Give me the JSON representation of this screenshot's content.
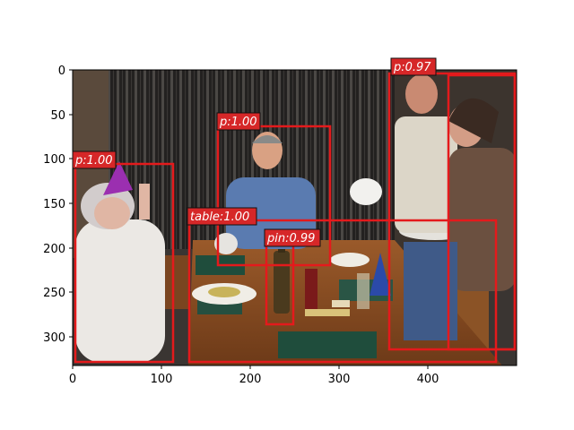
{
  "axes": {
    "x_ticks": [
      "0",
      "100",
      "200",
      "300",
      "400"
    ],
    "y_ticks": [
      "0",
      "50",
      "100",
      "150",
      "200",
      "250",
      "300"
    ]
  },
  "detections": [
    {
      "label": "p:0.97"
    },
    {
      "label": "p:1.00"
    },
    {
      "label": "p:1.00"
    },
    {
      "label": "table:1.00"
    },
    {
      "label": "pin:0.99"
    }
  ],
  "colors": {
    "box": "#e41a1c",
    "label_bg": "#d62728",
    "wall_dark": "#2c2a28",
    "table_wood": "#8a4b22"
  }
}
